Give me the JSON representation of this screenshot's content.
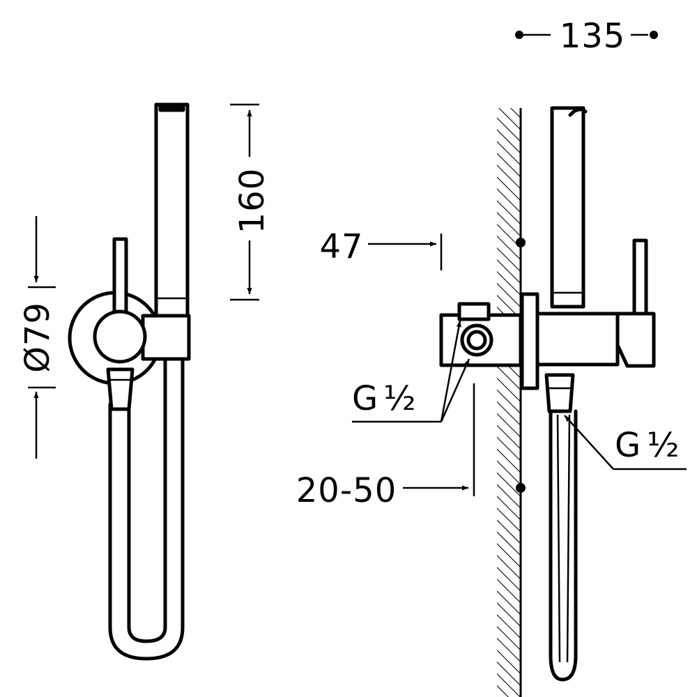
{
  "dimensions": {
    "width_135": "135",
    "height_160": "160",
    "diameter_79": "Ø79",
    "depth_47": "47",
    "range_20_50": "20-50"
  },
  "connections": {
    "inlet_left": {
      "prefix": "G",
      "fraction": "½"
    },
    "outlet_right": {
      "prefix": "G",
      "fraction": "½"
    }
  }
}
